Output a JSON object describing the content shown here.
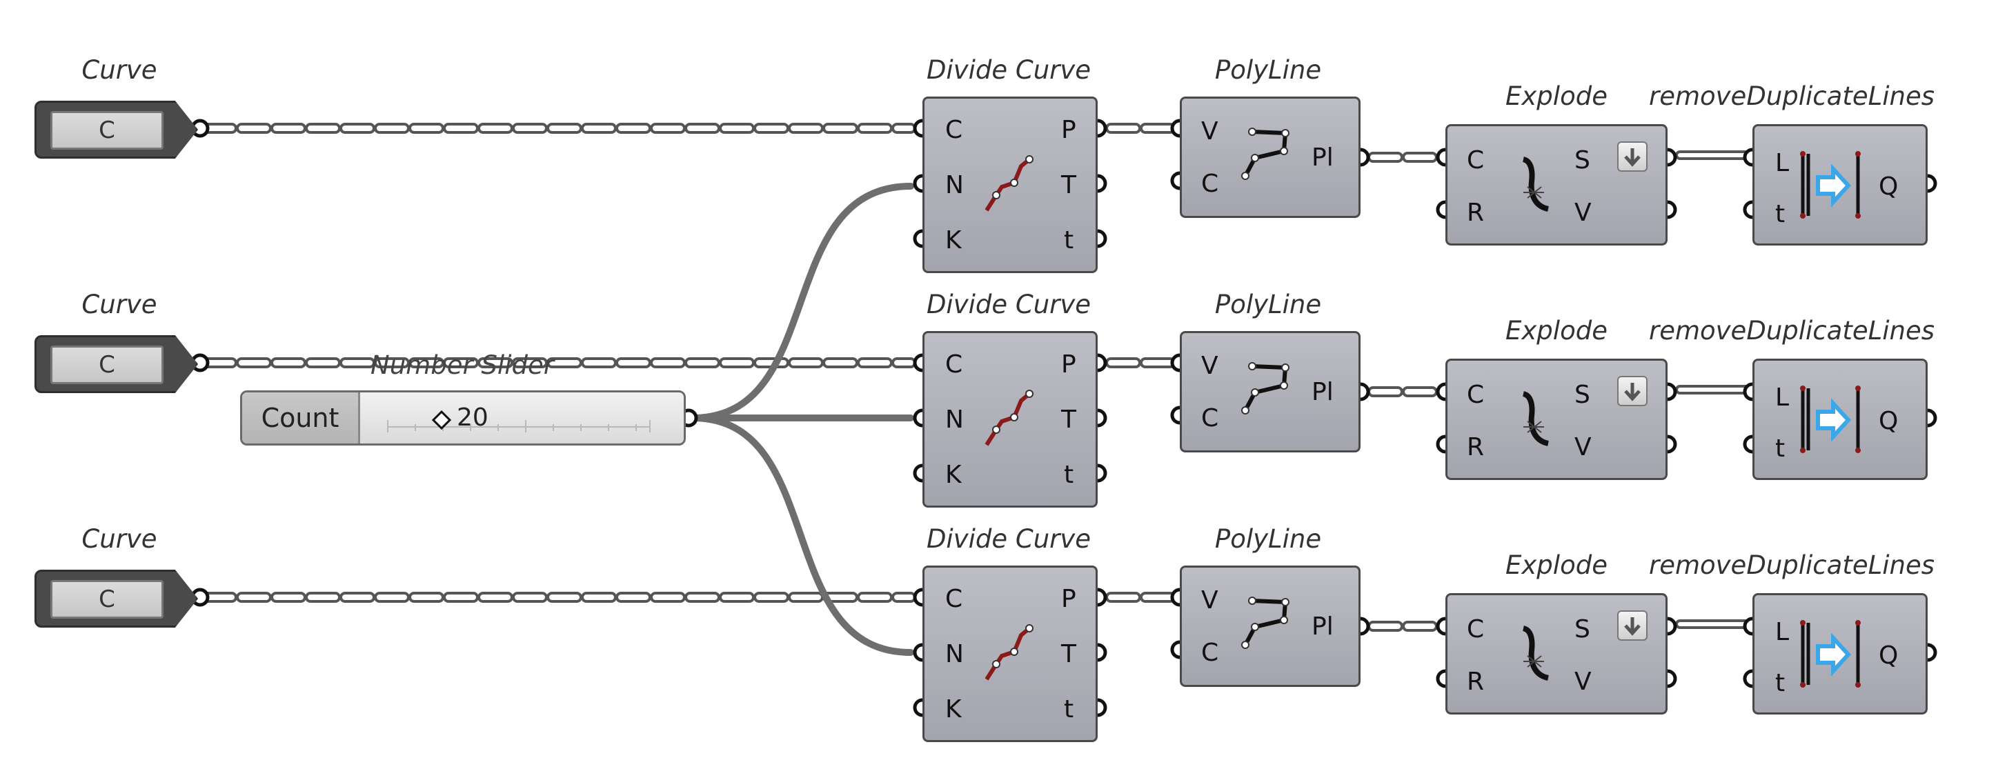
{
  "canvas": {
    "param_titles": [
      "Curve",
      "Curve",
      "Curve"
    ],
    "param_labels": [
      "C",
      "C",
      "C"
    ],
    "slider": {
      "title": "Number Slider",
      "name": "Count",
      "value": "20"
    },
    "rows": [
      {
        "divide": {
          "title": "Divide Curve",
          "inputs": [
            "C",
            "N",
            "K"
          ],
          "outputs": [
            "P",
            "T",
            "t"
          ]
        },
        "polyline": {
          "title": "PolyLine",
          "inputs": [
            "V",
            "C"
          ],
          "outputs": [
            "Pl"
          ]
        },
        "explode": {
          "title": "Explode",
          "inputs": [
            "C",
            "R"
          ],
          "outputs": [
            "S",
            "V"
          ]
        },
        "remove": {
          "title": "removeDuplicateLines",
          "inputs": [
            "L",
            "t"
          ],
          "outputs": [
            "Q"
          ]
        }
      },
      {
        "divide": {
          "title": "Divide Curve",
          "inputs": [
            "C",
            "N",
            "K"
          ],
          "outputs": [
            "P",
            "T",
            "t"
          ]
        },
        "polyline": {
          "title": "PolyLine",
          "inputs": [
            "V",
            "C"
          ],
          "outputs": [
            "Pl"
          ]
        },
        "explode": {
          "title": "Explode",
          "inputs": [
            "C",
            "R"
          ],
          "outputs": [
            "S",
            "V"
          ]
        },
        "remove": {
          "title": "removeDuplicateLines",
          "inputs": [
            "L",
            "t"
          ],
          "outputs": [
            "Q"
          ]
        }
      },
      {
        "divide": {
          "title": "Divide Curve",
          "inputs": [
            "C",
            "N",
            "K"
          ],
          "outputs": [
            "P",
            "T",
            "t"
          ]
        },
        "polyline": {
          "title": "PolyLine",
          "inputs": [
            "V",
            "C"
          ],
          "outputs": [
            "Pl"
          ]
        },
        "explode": {
          "title": "Explode",
          "inputs": [
            "C",
            "R"
          ],
          "outputs": [
            "S",
            "V"
          ]
        },
        "remove": {
          "title": "removeDuplicateLines",
          "inputs": [
            "L",
            "t"
          ],
          "outputs": [
            "Q"
          ]
        }
      }
    ],
    "icons": {
      "divide": "divide-curve-icon",
      "polyline": "polyline-icon",
      "explode": "explode-icon",
      "remove": "remove-duplicates-icon",
      "flatten": "flatten-arrow-icon"
    },
    "colors": {
      "component_fill": "#b3b3bb",
      "component_border": "#4a4a4a",
      "param_fill": "#4a4a4a",
      "wire": "#6e6e6e",
      "wire_list_core": "#ffffff",
      "accent_arrow": "#3ba7e8"
    }
  }
}
